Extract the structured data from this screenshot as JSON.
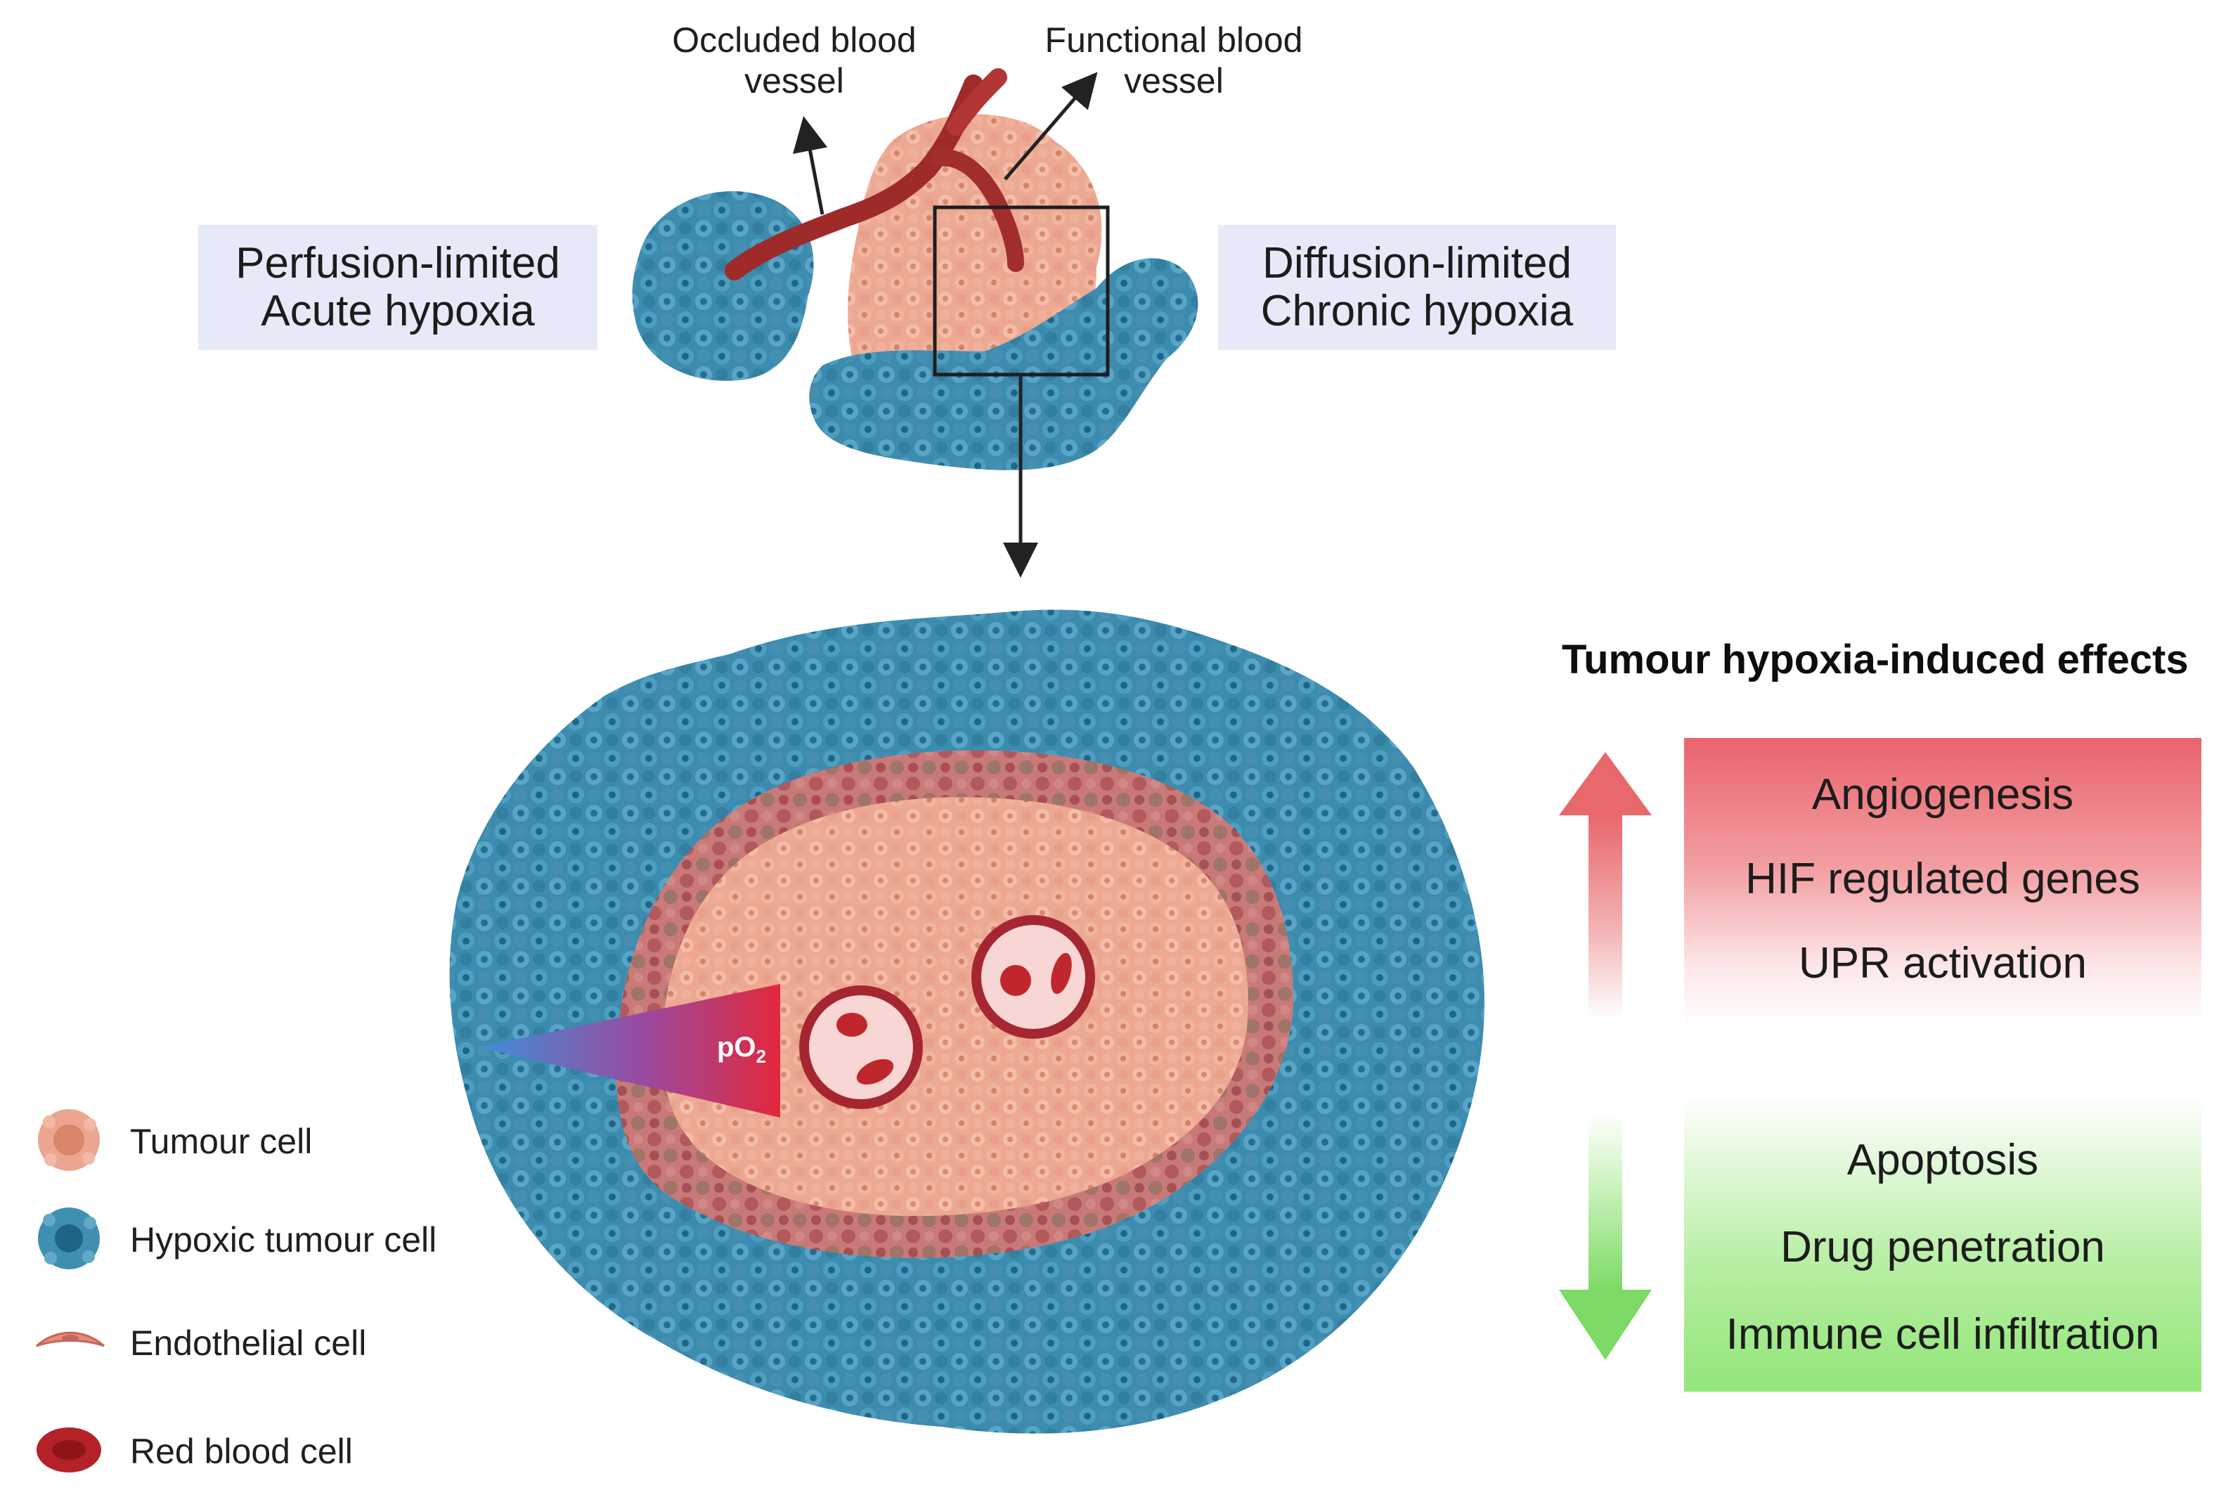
{
  "labels": {
    "occluded_vessel": [
      "Occluded blood",
      "vessel"
    ],
    "functional_vessel": [
      "Functional blood",
      "vessel"
    ],
    "perfusion": [
      "Perfusion-limited",
      "Acute hypoxia"
    ],
    "diffusion": [
      "Diffusion-limited",
      "Chronic hypoxia"
    ],
    "po2_main": "pO",
    "po2_sub": "2"
  },
  "effects": {
    "title": "Tumour hypoxia-induced effects",
    "increased": [
      "Angiogenesis",
      "HIF regulated genes",
      "UPR activation"
    ],
    "decreased": [
      "Apoptosis",
      "Drug penetration",
      "Immune cell infiltration"
    ]
  },
  "legend": [
    {
      "label": "Tumour cell",
      "icon": "tumour-cell-icon"
    },
    {
      "label": "Hypoxic tumour cell",
      "icon": "hypoxic-cell-icon"
    },
    {
      "label": "Endothelial cell",
      "icon": "endothelial-cell-icon"
    },
    {
      "label": "Red blood cell",
      "icon": "red-blood-cell-icon"
    }
  ],
  "colors": {
    "hypoxic": "#3f8fb1",
    "tumour": "#eda791",
    "vessel": "#9e2a2a",
    "up_arrow": "#e86a6a",
    "down_arrow": "#7fdc6a",
    "box_bg": "#e6e9f7"
  }
}
